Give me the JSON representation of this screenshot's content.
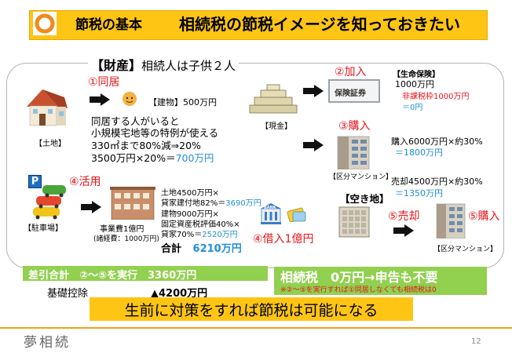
{
  "header": {
    "category": "節税の基本",
    "title": "相続税の節税イメージを知っておきたい"
  },
  "frame": {
    "title_bracket": "【財産】",
    "title_rest": "相続人は子供２人"
  },
  "land": {
    "label": "【土地】",
    "step": "①同居",
    "building": "【建物】",
    "building_value": "500万円",
    "note1": "同居する人がいると",
    "note2": "小規模宅地等の特例が使える",
    "note3": "330㎡まで80%減⇒20%",
    "calc": "3500万円×20%＝",
    "calc_result": "700万円"
  },
  "cash": {
    "label": "【現金】",
    "insurance_step": "②加入",
    "insurance_card": "保険証券",
    "insurance_label": "【生命保険】",
    "insurance_amount": "1000万円",
    "insurance_exempt": "非課税枠1000万円",
    "insurance_result": "＝0円",
    "purchase_step": "③購入",
    "purchase_calc": "購入6000万円×約30%",
    "purchase_result": "＝1800万円",
    "mansion_label": "【区分マンション】"
  },
  "parking": {
    "sign": "P",
    "label": "【駐車場】",
    "step": "④活用",
    "cost": "事業費1億円",
    "cost_note": "(諸経費：1000万円)",
    "line1": "土地4500万円×",
    "line2": "貸家建付地82%＝",
    "line2_result": "3690万円",
    "line3": "建物9000万円×",
    "line4": "固定資産税評価40%×",
    "line5": "貸家70%＝",
    "line5_result": "2520万円",
    "total_label": "合計",
    "total_value": "6210万円",
    "bank": "BANK",
    "loan_step": "④借入1億円"
  },
  "vacant": {
    "label": "【空き地】",
    "sell_calc": "売却4500万円×約30%",
    "sell_result": "＝1350万円",
    "sell_step": "⑤売却",
    "buy_step": "⑤購入",
    "mansion_label": "【区分マンション】"
  },
  "summary": {
    "line": "差引合計　②～⑤を実行　3360万円",
    "kiso_label": "基礎控除",
    "kiso_value": "▲4200万円",
    "tax": "相続税　0万円→申告も不要",
    "note": "※②～⑤を実行すれば①同居しなくても相続税は0",
    "conclusion": "生前に対策をすれば節税は可能になる"
  },
  "footer": {
    "brand": "夢相続",
    "page": "12"
  },
  "colors": {
    "accent_yellow": "#FFC515",
    "green": "#92D050",
    "red": "#e8141b",
    "blue": "#1f8fd6",
    "footer_orange": "#F2A21B"
  }
}
